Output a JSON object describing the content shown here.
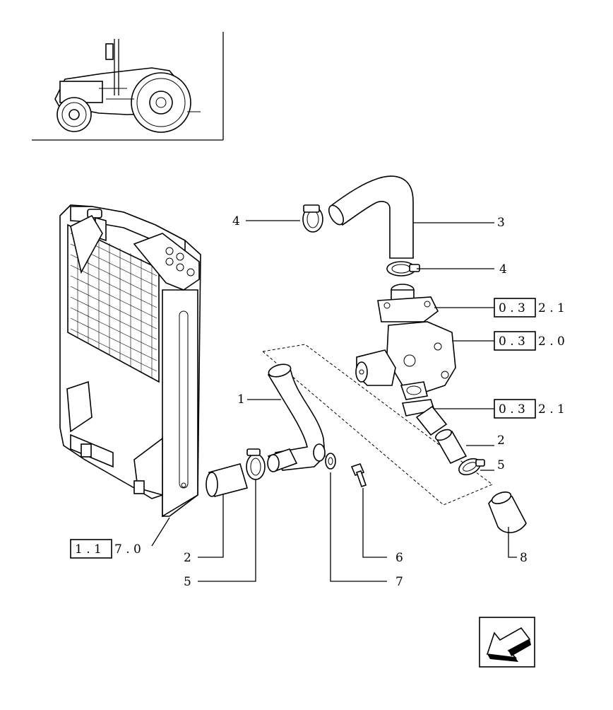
{
  "callouts": {
    "c1": "1",
    "c2_left": "2",
    "c2_right": "2",
    "c3": "3",
    "c4_left": "4",
    "c4_right": "4",
    "c5_left": "5",
    "c5_right": "5",
    "c6": "6",
    "c7": "7",
    "c8": "8"
  },
  "refs": {
    "ref_top": {
      "boxed": "0 . 3",
      "rest": "2 . 1"
    },
    "ref_mid": {
      "boxed": "0 . 3",
      "rest": "2 . 0"
    },
    "ref_low": {
      "boxed": "0 . 3",
      "rest": "2 . 1"
    },
    "ref_radiator": {
      "boxed": "1 . 1",
      "rest": "7 . 0"
    }
  },
  "icons": {
    "tractor_thumbnail": "tractor-icon",
    "nav_arrow": "arrow-back-icon"
  }
}
